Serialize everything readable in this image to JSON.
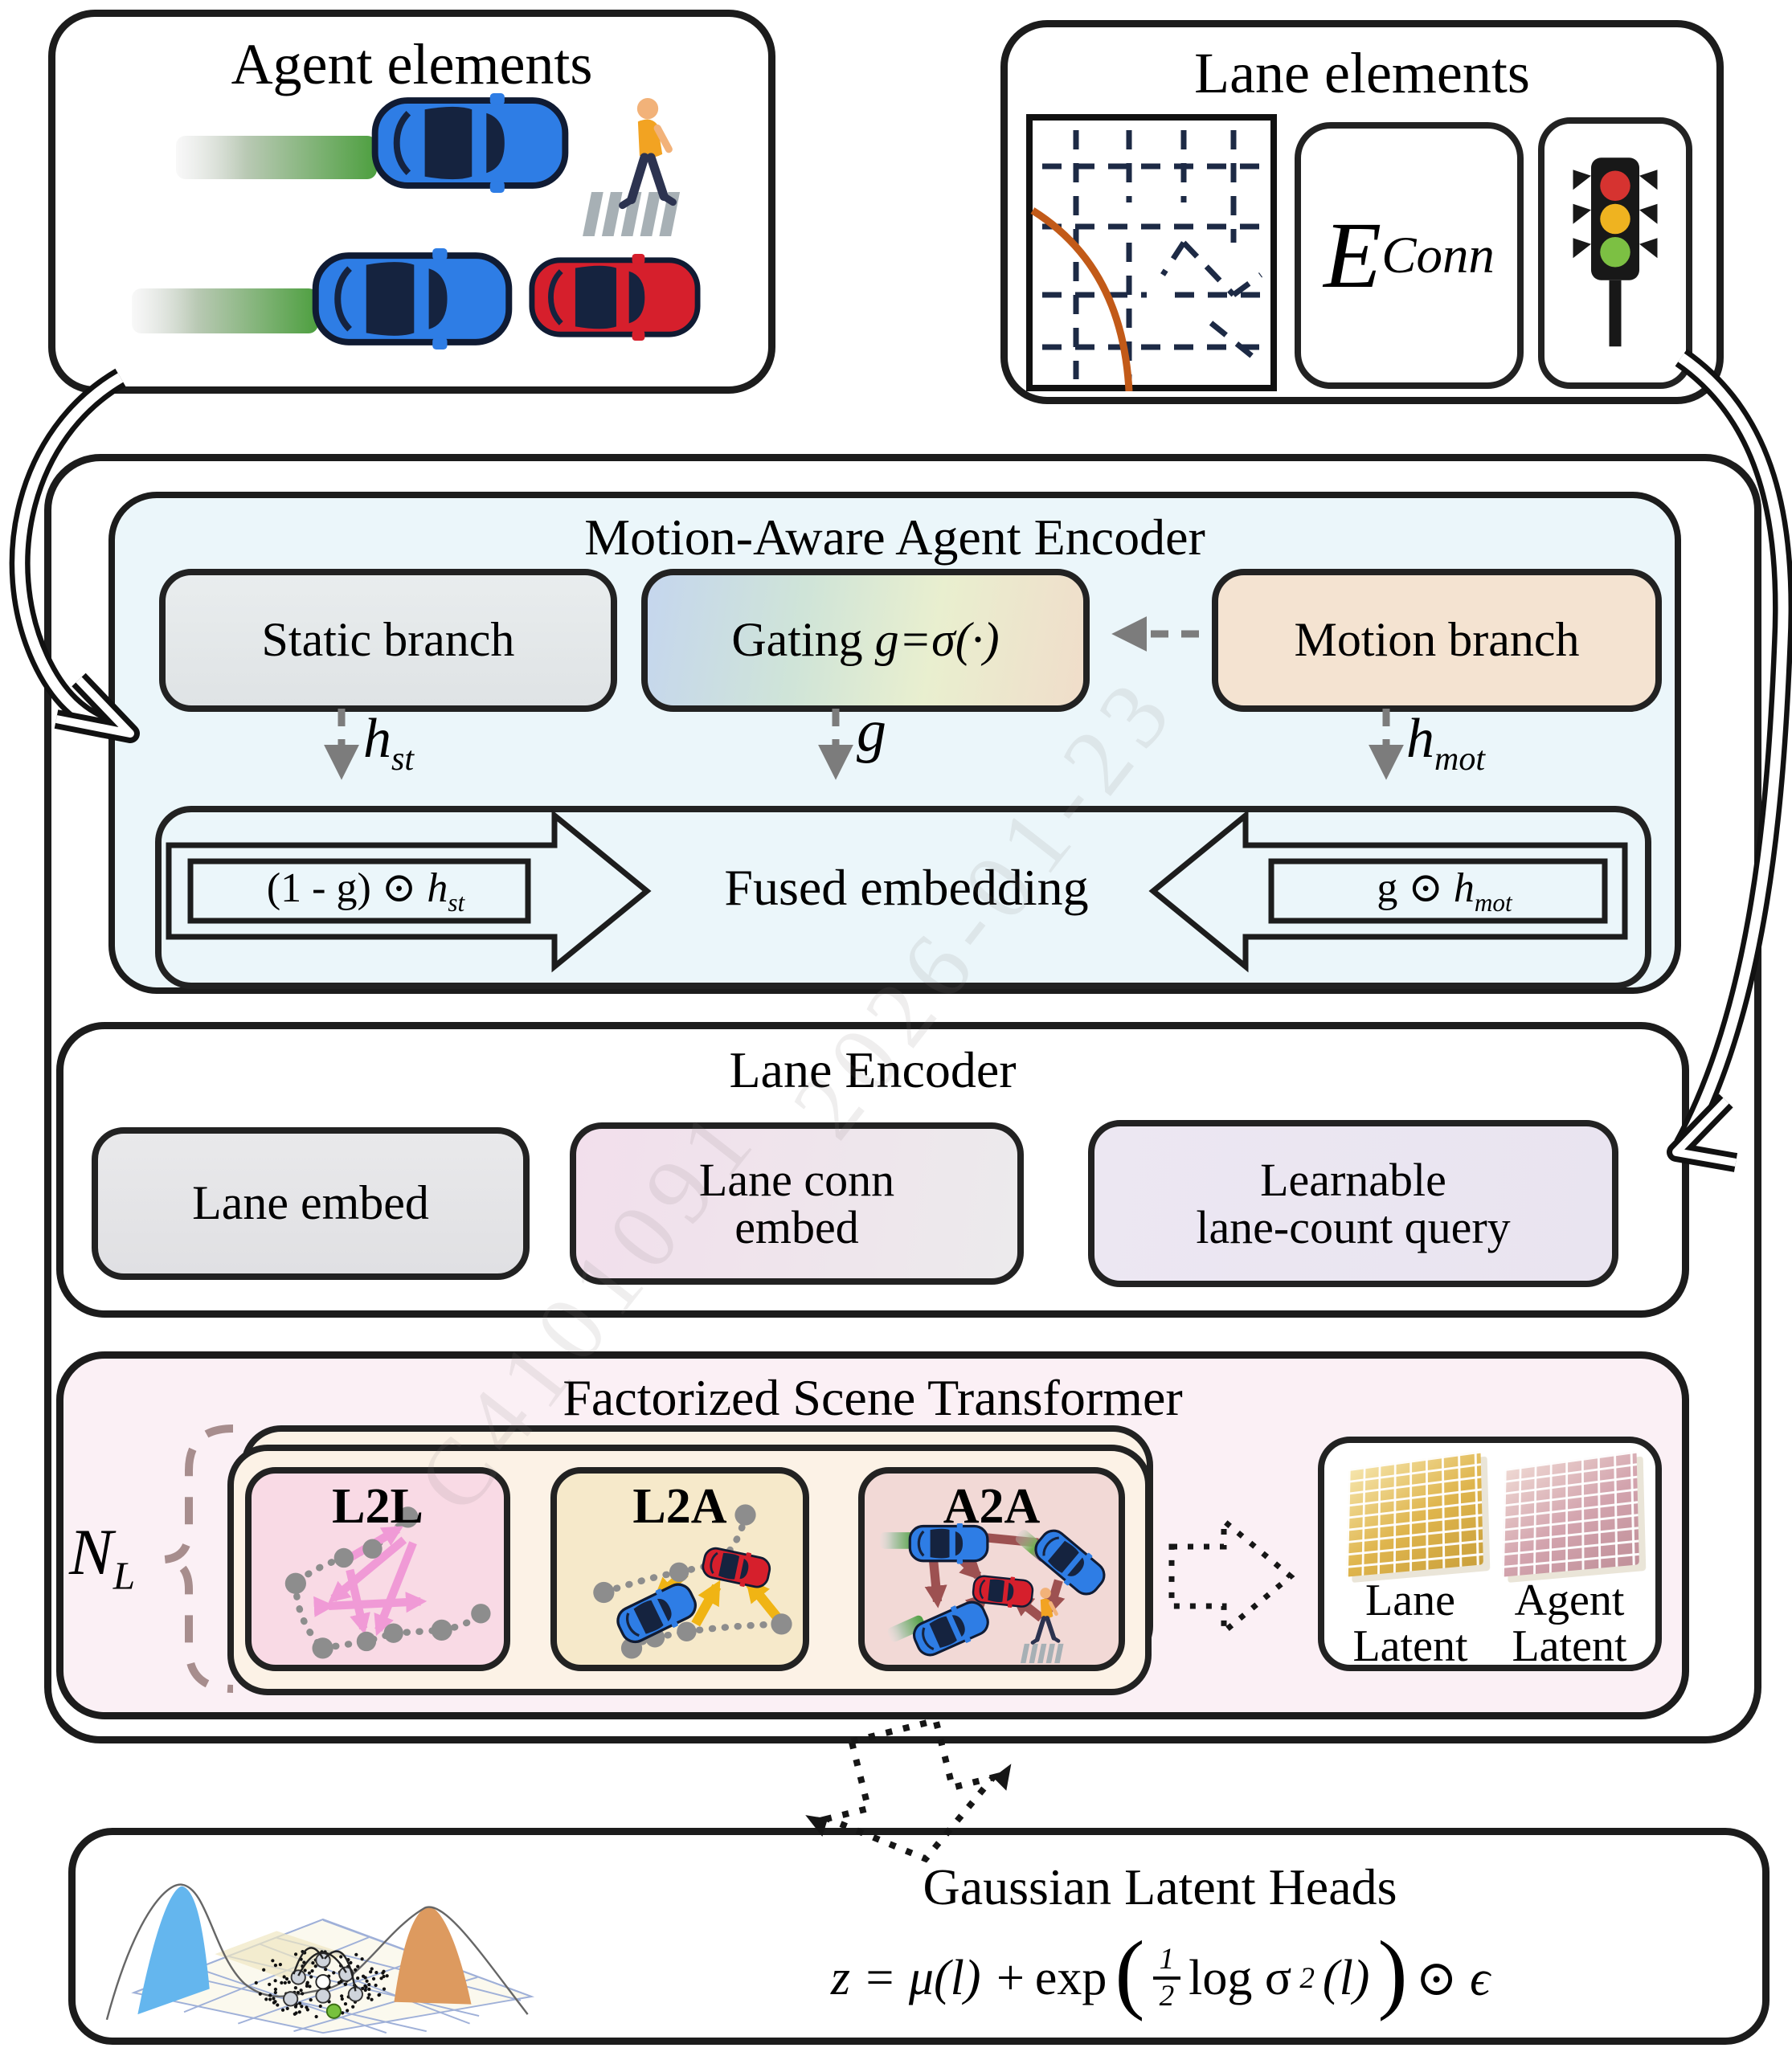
{
  "watermark": {
    "line1": "C4101091",
    "line2": "2026-01-23"
  },
  "agent_panel": {
    "title": "Agent elements"
  },
  "lane_panel": {
    "title": "Lane elements",
    "econn_base": "E",
    "econn_sup": "Conn"
  },
  "motion_encoder": {
    "title": "Motion-Aware Agent Encoder",
    "static_label": "Static branch",
    "gating_prefix": "Gating ",
    "gating_g": "g",
    "gating_rest": "=σ(·)",
    "motion_label": "Motion branch",
    "h_st": {
      "base": "h",
      "sub": "st"
    },
    "g_label": "g",
    "h_mot": {
      "base": "h",
      "sub": "mot"
    },
    "left_arrow": {
      "pre": "(1 - g) ⊙ ",
      "base": "h",
      "sub": "st"
    },
    "fused_label": "Fused embedding",
    "right_arrow": {
      "pre": "g ⊙ ",
      "base": "h",
      "sub": "mot"
    }
  },
  "lane_encoder": {
    "title": "Lane Encoder",
    "lane_embed": "Lane embed",
    "lane_conn": {
      "line1": "Lane conn",
      "line2": "embed"
    },
    "learnable": {
      "line1": "Learnable",
      "line2": "lane-count query"
    }
  },
  "fst": {
    "title": "Factorized Scene Transformer",
    "layers": {
      "base": "N",
      "sub": "L"
    },
    "l2l": "L2L",
    "l2a": "L2A",
    "a2a": "A2A",
    "lane_latent": {
      "line1": "Lane",
      "line2": "Latent"
    },
    "agent_latent": {
      "line1": "Agent",
      "line2": "Latent"
    }
  },
  "gaussian": {
    "title": "Gaussian Latent Heads",
    "formula": {
      "lhs": "z = μ(l) + ",
      "exp": "exp",
      "num": "1",
      "den": "2",
      "mid": "log σ",
      "sup": "2",
      "arg": "(l)",
      "tail": "⊙ ϵ"
    }
  },
  "colors": {
    "motion_bg": "#ebf6fa",
    "fst_bg": "#fbf0f5",
    "static_gray": "#e4e8ea",
    "motion_branch": "#f4e3d1",
    "l2l_pink": "#f9dae5",
    "l2a_tan": "#f6e9ca",
    "a2a_rose": "#f2d9d6",
    "pink_arrow": "#f09ad6",
    "yellow_arrow": "#f0b414",
    "maroon_arrow": "#9d5151",
    "trail_green": "#4d9f3f",
    "map_orange": "#c25a18"
  }
}
